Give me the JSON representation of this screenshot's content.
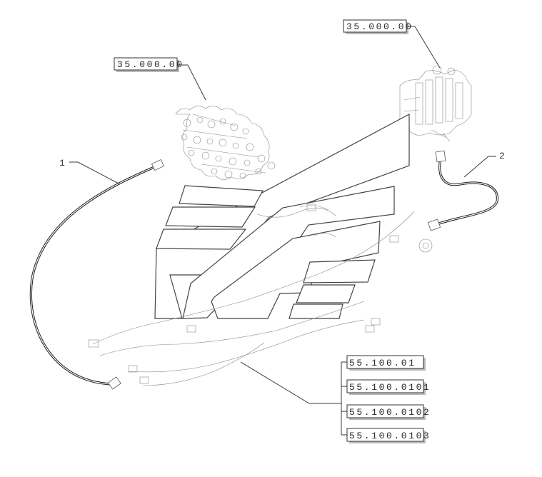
{
  "references": {
    "top_right": "35.000.00",
    "top_left": "35.000.00",
    "group": [
      "55.100.01",
      "55.100.0101",
      "55.100.0102",
      "55.100.0103"
    ]
  },
  "callouts": {
    "item_1": "1",
    "item_2": "2"
  }
}
